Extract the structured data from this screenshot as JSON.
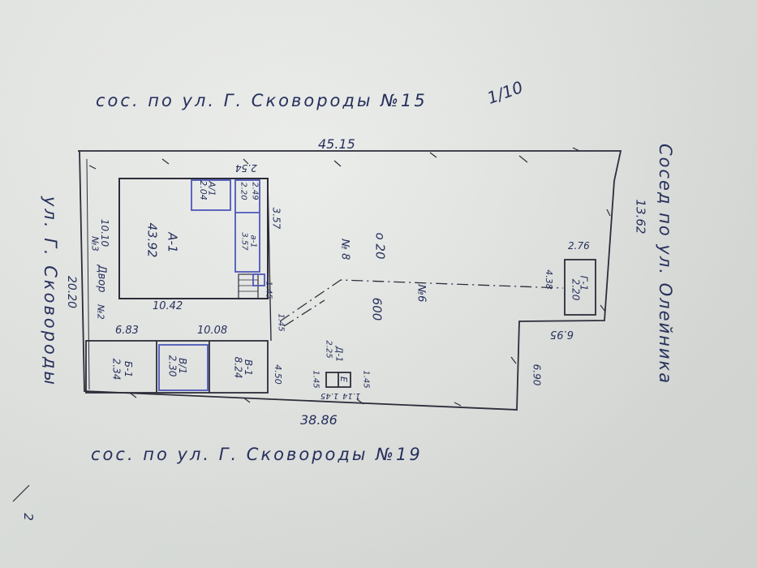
{
  "labels": {
    "neighbor_top": "сос. по ул. Г. Сковороды №15",
    "neighbor_top_mark": "1/10",
    "neighbor_bottom": "сос. по ул. Г. Сковороды №19",
    "street_left": "ул. Г. Сковороды",
    "neighbor_right": "Сосед по ул. Олейника",
    "corner_mark": "2"
  },
  "dimensions": {
    "top": "45.15",
    "bottom": "38.86",
    "right": "13.62",
    "left": "20.20",
    "house_bottom": "10.42",
    "house_top": "2.54",
    "house_side": "3.57",
    "yard_side": "10.10",
    "left_building": "6.83",
    "mid_building": "10.08",
    "mid_side": "4.50",
    "step_top": "6.95",
    "step_side": "6.90",
    "garage_side": "4.38",
    "garage_top": "2.76",
    "shed_1": "2.25",
    "shed_2": "1.45",
    "shed_3": "1.45",
    "shed_4": "1.14",
    "shed_5": "1.45",
    "mid_small": "1.45"
  },
  "rooms": {
    "house_code": "А-1",
    "house_area": "43.92",
    "annex1_code": "А/1",
    "annex1_area": "2.04",
    "annex2_code": "2.49",
    "annex2_area": "2.20",
    "porch_code": "а-1",
    "porch_area": "3.57",
    "b1_code": "Б-1",
    "b1_area": "2.34",
    "b2_code": "В/1",
    "b2_area": "2.30",
    "b3_code": "В-1",
    "b3_area": "8.24",
    "garage_code": "Г-1",
    "garage_area": "2.20",
    "shed_code": "Д-1",
    "shed_mark": "Е"
  },
  "yard": {
    "yard_label": "Двор",
    "yard_num": "№3",
    "pipe_label": "о 20",
    "pipe_label2": "600",
    "pipe_label3": "№6",
    "pipe_label4": "№ 8",
    "gate_label": "№2",
    "gate_label2": "1.45"
  }
}
